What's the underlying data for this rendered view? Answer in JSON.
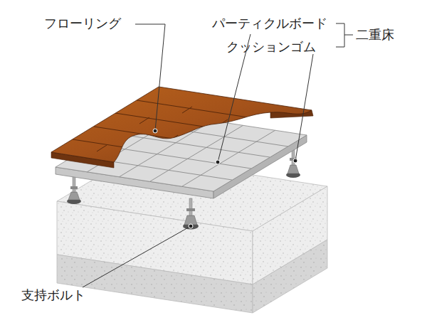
{
  "diagram": {
    "labels": [
      "フローリング",
      "パーティクルボード",
      "クッションゴム",
      "二重床",
      "支持ボルト"
    ]
  }
}
